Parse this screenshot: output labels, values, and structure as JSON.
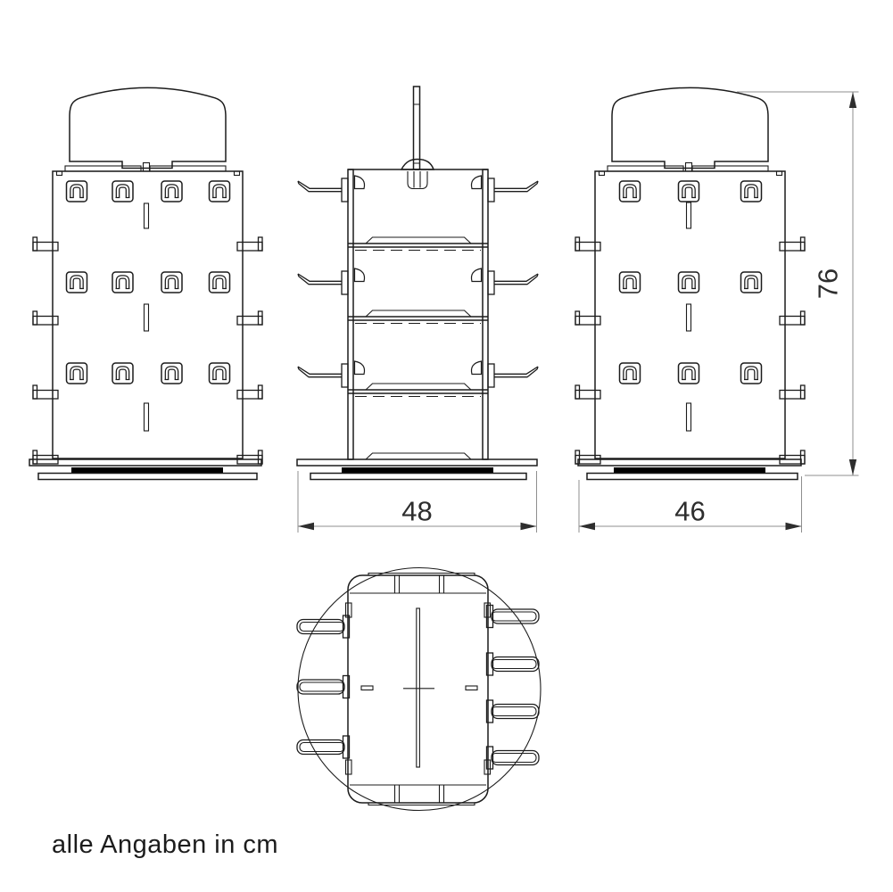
{
  "drawing": {
    "note": "alle Angaben in cm",
    "dimensions": {
      "base_width_side_view": "48",
      "base_width_back_view": "46",
      "total_height": "76"
    },
    "colors": {
      "line": "#1c1c1c",
      "dim": "#8f8f8f",
      "text": "#2e2e2e",
      "bg": "#ffffff",
      "fill_black": "#000000"
    },
    "icons": {
      "hook_front": "peg-hook-front-icon",
      "hook_side": "peg-hook-side-icon",
      "hook_top": "peg-hook-top-icon",
      "side_tab": "shelf-tab-icon",
      "arrow": "dimension-arrowhead"
    }
  }
}
